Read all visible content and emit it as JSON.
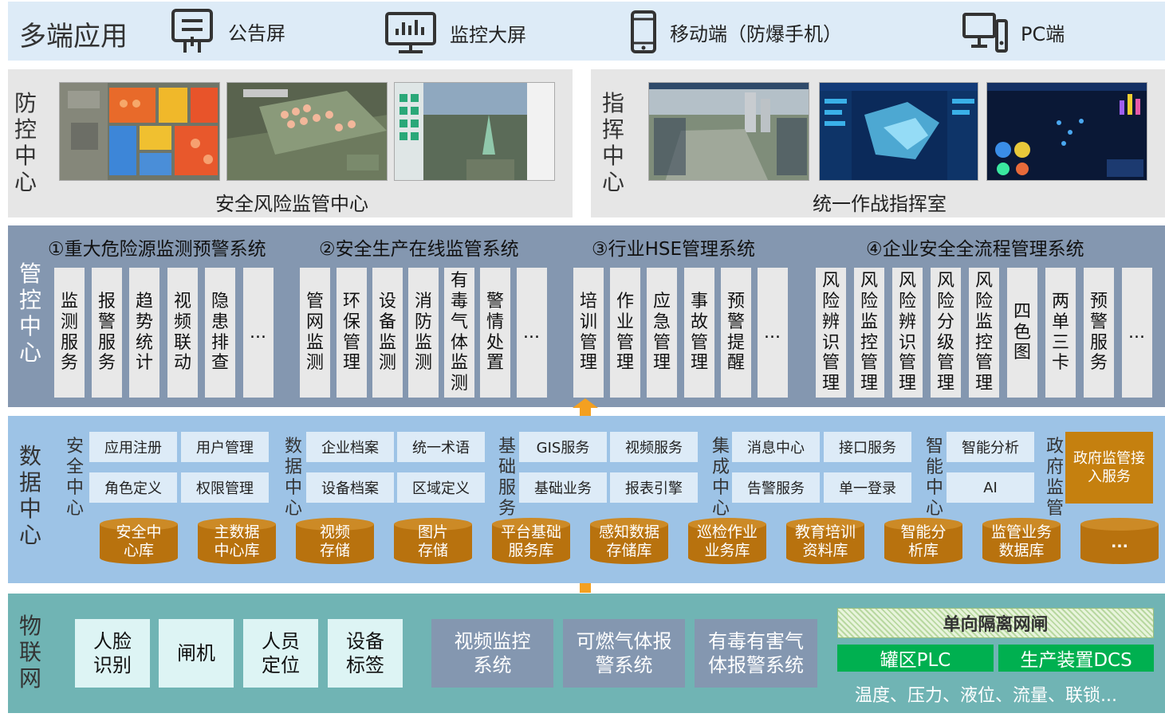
{
  "top": {
    "title": "多端应用",
    "apps": [
      {
        "icon": "announcement-screen-icon",
        "label": "公告屏"
      },
      {
        "icon": "monitor-chart-icon",
        "label": "监控大屏"
      },
      {
        "icon": "mobile-phone-icon",
        "label": "移动端（防爆手机）"
      },
      {
        "icon": "pc-icon",
        "label": "PC端"
      }
    ]
  },
  "defense": {
    "label_chars": [
      "防",
      "控",
      "中",
      "心"
    ],
    "caption": "安全风险监管中心"
  },
  "command": {
    "label_chars": [
      "指",
      "挥",
      "中",
      "心"
    ],
    "caption": "统一作战指挥室"
  },
  "management": {
    "label_chars": [
      "管",
      "控",
      "中",
      "心"
    ],
    "systems": [
      {
        "title": "①重大危险源监测预警系统",
        "items": [
          "监测服务",
          "报警服务",
          "趋势统计",
          "视频联动",
          "隐患排查",
          "..."
        ]
      },
      {
        "title": "②安全生产在线监管系统",
        "items": [
          "管网监测",
          "环保管理",
          "设备监测",
          "消防监测",
          "有毒气体监测",
          "警情处置",
          "..."
        ]
      },
      {
        "title": "③行业HSE管理系统",
        "items": [
          "培训管理",
          "作业管理",
          "应急管理",
          "事故管理",
          "预警提醒",
          "..."
        ]
      },
      {
        "title": "④企业安全全流程管理系统",
        "items": [
          "风险辨识管理",
          "风险监控管理",
          "风险辨识管理",
          "风险分级管理",
          "风险监控管理",
          "四色图",
          "两单三卡",
          "预警服务",
          "..."
        ]
      }
    ]
  },
  "data_center": {
    "label_chars": [
      "数",
      "据",
      "中",
      "心"
    ],
    "groups": [
      {
        "label_chars": [
          "安",
          "全",
          "中",
          "心"
        ],
        "items": [
          "应用注册",
          "用户管理",
          "角色定义",
          "权限管理"
        ]
      },
      {
        "label_chars": [
          "数",
          "据",
          "中",
          "心"
        ],
        "items": [
          "企业档案",
          "统一术语",
          "设备档案",
          "区域定义"
        ]
      },
      {
        "label_chars": [
          "基",
          "础",
          "服",
          "务"
        ],
        "items": [
          "GIS服务",
          "视频服务",
          "基础业务",
          "报表引擎"
        ]
      },
      {
        "label_chars": [
          "集",
          "成",
          "中",
          "心"
        ],
        "items": [
          "消息中心",
          "接口服务",
          "告警服务",
          "单一登录"
        ]
      },
      {
        "label_chars": [
          "智",
          "能",
          "中",
          "心"
        ],
        "items": [
          "智能分析",
          "AI"
        ]
      },
      {
        "label_chars": [
          "政",
          "府",
          "监",
          "管"
        ],
        "items": [
          "政府监管接入服务"
        ]
      }
    ],
    "databases": [
      "安全中心库",
      "主数据中心库",
      "视频存储",
      "图片存储",
      "平台基础服务库",
      "感知数据存储库",
      "巡检作业业务库",
      "教育培训资料库",
      "智能分析库",
      "监管业务数据库",
      "..."
    ]
  },
  "iot": {
    "label_chars": [
      "物",
      "联",
      "网"
    ],
    "devices": [
      "人脸识别",
      "闸机",
      "人员定位",
      "设备标签"
    ],
    "systems": [
      "视频监控系统",
      "可燃气体报警系统",
      "有毒有害气体报警系统"
    ],
    "isolation": "单向隔离网闸",
    "plc": "罐区PLC",
    "dcs": "生产装置DCS",
    "signals": "温度、压力、液位、流量、联锁..."
  },
  "colors": {
    "top_bg": "#ddebf7",
    "panel_bg": "#e6e6e6",
    "mgmt_bg": "#8497b0",
    "data_bg": "#9dc3e6",
    "iot_bg": "#70b4b4",
    "db_brown": "#b8720e",
    "arrow_orange": "#f4a020",
    "green": "#00b050"
  }
}
